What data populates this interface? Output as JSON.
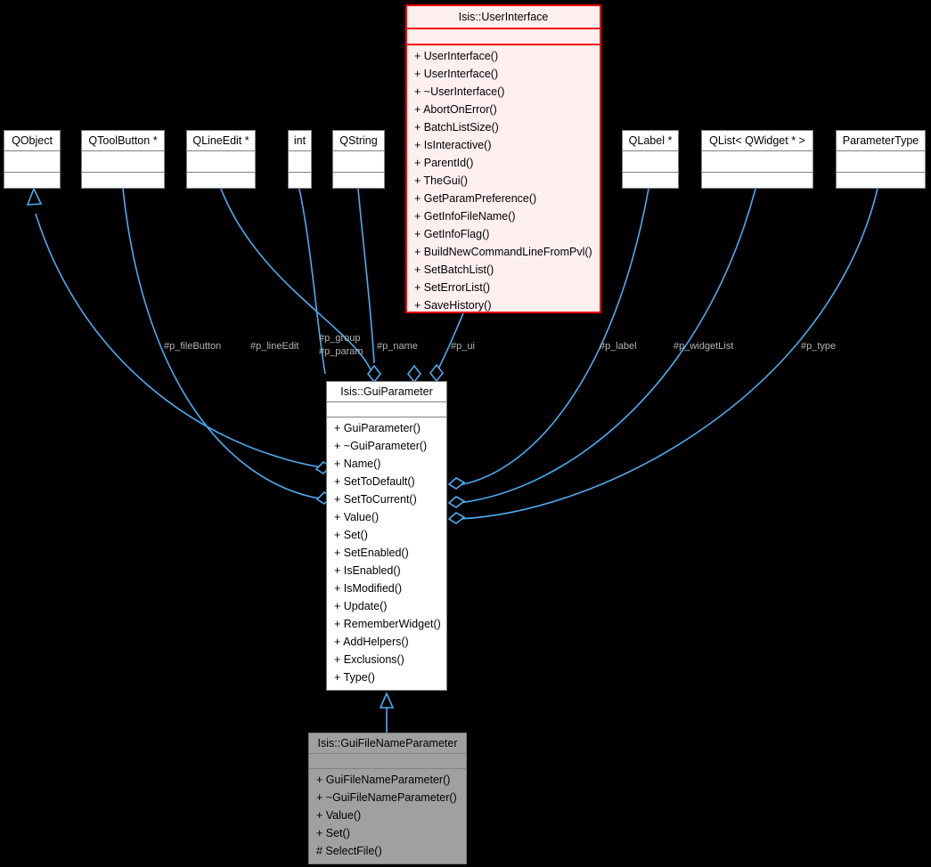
{
  "diagram": {
    "kind": "uml-class-diagram",
    "background": "#000000",
    "edge_color": "#4dabf0",
    "label_color": "#b4b4b4",
    "highlight_border": "#ff0000",
    "highlight_fill": "#fff0f0",
    "current_fill": "#a0a0a0"
  },
  "classes": {
    "user_interface": {
      "title": "Isis::UserInterface",
      "attributes": [],
      "operations": [
        "+ UserInterface()",
        "+ UserInterface()",
        "+ ~UserInterface()",
        "+ AbortOnError()",
        "+ BatchListSize()",
        "+ IsInteractive()",
        "+ ParentId()",
        "+ TheGui()",
        "+ GetParamPreference()",
        "+ GetInfoFileName()",
        "+ GetInfoFlag()",
        "+ BuildNewCommandLineFromPvl()",
        "+ SetBatchList()",
        "+ SetErrorList()",
        "+ SaveHistory()"
      ]
    },
    "gui_parameter": {
      "title": "Isis::GuiParameter",
      "attributes": [],
      "operations": [
        "+ GuiParameter()",
        "+ ~GuiParameter()",
        "+ Name()",
        "+ SetToDefault()",
        "+ SetToCurrent()",
        "+ Value()",
        "+ Set()",
        "+ SetEnabled()",
        "+ IsEnabled()",
        "+ IsModified()",
        "+ Update()",
        "+ RememberWidget()",
        "+ AddHelpers()",
        "+ Exclusions()",
        "+ Type()"
      ]
    },
    "gui_filename_parameter": {
      "title": "Isis::GuiFileNameParameter",
      "attributes": [],
      "operations": [
        "+ GuiFileNameParameter()",
        "+ ~GuiFileNameParameter()",
        "+ Value()",
        "+ Set()",
        "# SelectFile()"
      ]
    },
    "qobject": {
      "title": "QObject",
      "attributes": [],
      "operations": []
    },
    "qtoolbutton": {
      "title": "QToolButton *",
      "attributes": [],
      "operations": []
    },
    "qlineedit": {
      "title": "QLineEdit *",
      "attributes": [],
      "operations": []
    },
    "int": {
      "title": "int",
      "attributes": [],
      "operations": []
    },
    "qstring": {
      "title": "QString",
      "attributes": [],
      "operations": []
    },
    "qlabel": {
      "title": "QLabel *",
      "attributes": [],
      "operations": []
    },
    "qlist_qwidget": {
      "title": "QList< QWidget * >",
      "attributes": [],
      "operations": []
    },
    "parametertype": {
      "title": "ParameterType",
      "attributes": [],
      "operations": []
    }
  },
  "edge_labels": {
    "p_fileButton": "#p_fileButton",
    "p_lineEdit": "#p_lineEdit",
    "p_group": "#p_group",
    "p_param": "#p_param",
    "p_name": "#p_name",
    "p_ui": "#p_ui",
    "p_label": "#p_label",
    "p_widgetList": "#p_widgetList",
    "p_type": "#p_type"
  }
}
